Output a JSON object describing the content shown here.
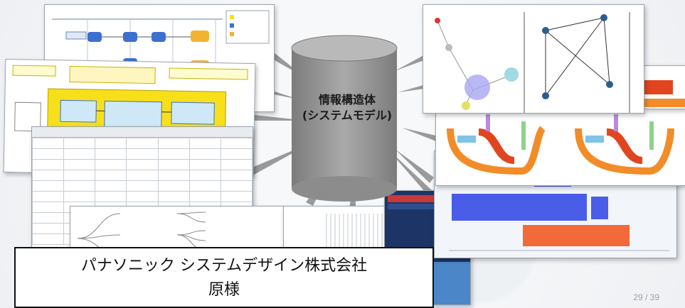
{
  "central": {
    "line1": "情報構造体",
    "line2": "(システムモデル)"
  },
  "caption": {
    "line1": "パナソニック システムデザイン株式会社",
    "line2": "原様"
  },
  "page_number": "29 / 39",
  "colors": {
    "cylinder": "#9a9a9a",
    "accent_blue": "#3d6fd1",
    "accent_orange": "#f28c28",
    "accent_red": "#e0451f",
    "highlight_yellow": "#f7e01a"
  }
}
